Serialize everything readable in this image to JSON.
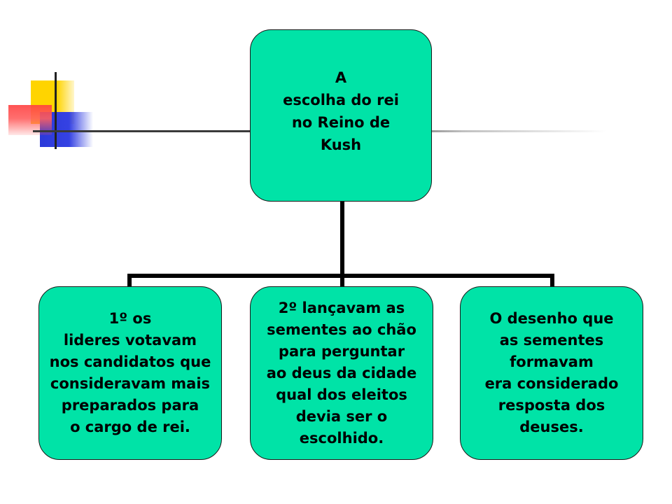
{
  "diagram": {
    "root": {
      "text": "A\nescolha do rei\nno Reino de\nKush"
    },
    "children": [
      {
        "text": "1º os\nlideres votavam\nnos candidatos que\nconsideravam mais\npreparados para\no cargo de rei."
      },
      {
        "text": "2º lançavam as\nsementes ao chão\npara perguntar\nao deus da cidade\nqual dos eleitos\ndevia ser o\nescolhido."
      },
      {
        "text": "O desenho que\nas sementes\nformavam\nera considerado\nresposta dos\ndeuses."
      }
    ]
  },
  "colors": {
    "node_fill": "#00e3a7",
    "connector": "#000000",
    "text": "#000000"
  },
  "icons": [
    "corner-squares-logo"
  ]
}
